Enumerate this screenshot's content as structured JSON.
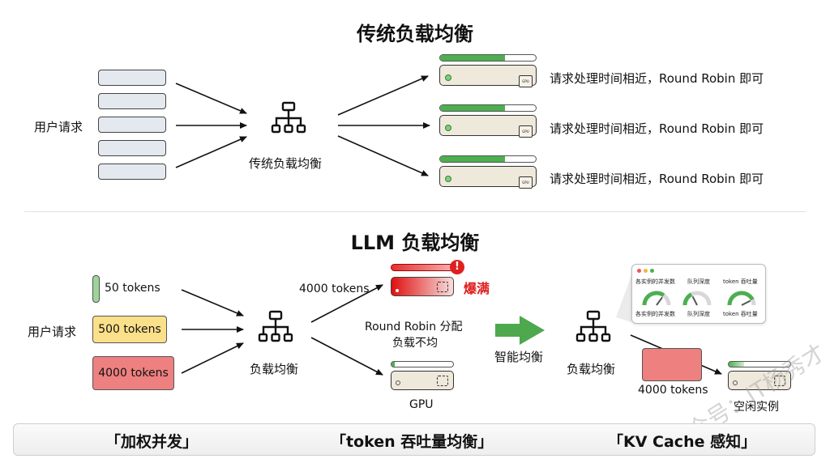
{
  "top_section": {
    "title": "传统负载均衡",
    "user_requests_label": "用户请求",
    "request_count": 5,
    "balancer_label": "传统负载均衡",
    "servers": [
      {
        "gpu_label": "GPU",
        "load_fraction": 0.68,
        "note": "请求处理时间相近，Round Robin 即可"
      },
      {
        "gpu_label": "GPU",
        "load_fraction": 0.68,
        "note": "请求处理时间相近，Round Robin 即可"
      },
      {
        "gpu_label": "GPU",
        "load_fraction": 0.68,
        "note": "请求处理时间相近，Round Robin 即可"
      }
    ]
  },
  "bottom_section": {
    "title": "LLM 负载均衡",
    "user_requests_label": "用户请求",
    "requests": [
      {
        "label": "50 tokens",
        "color": "#9ed49a"
      },
      {
        "label": "500 tokens",
        "color": "#fbe08a"
      },
      {
        "label": "4000 tokens",
        "color": "#ee8080"
      }
    ],
    "balancer_label": "负载均衡",
    "overloaded_route_label": "4000 tokens",
    "overloaded_status": "爆满",
    "overloaded_load_fraction": 1.0,
    "idle_gpu_label": "GPU",
    "idle_load_fraction": 0.05,
    "problem_text_line1": "Round Robin 分配",
    "problem_text_line2": "负载不均",
    "arrow_label": "智能均衡",
    "smart_balancer_label": "负载均衡",
    "monitor": {
      "metrics_top": [
        "各实例的并发数",
        "队列深度",
        "token 吞吐量"
      ],
      "metrics_bottom": [
        "各实例的并发数",
        "队列深度",
        "token 吞吐量"
      ],
      "gauge_values": [
        0.7,
        0.35,
        0.85
      ]
    },
    "routed_request_label": "4000 tokens",
    "idle_instance_label": "空闲实例",
    "idle_instance_load_fraction": 0.25
  },
  "footer": {
    "items": [
      "「加权并发」",
      "「token 吞吐量均衡」",
      "「KV Cache 感知」"
    ]
  },
  "watermark": "公众号：IT杨秀才",
  "colors": {
    "green": "#4caf50",
    "red": "#e02020",
    "request_gray": "#e4e8ef",
    "gpu_beige": "#efe9dc"
  }
}
